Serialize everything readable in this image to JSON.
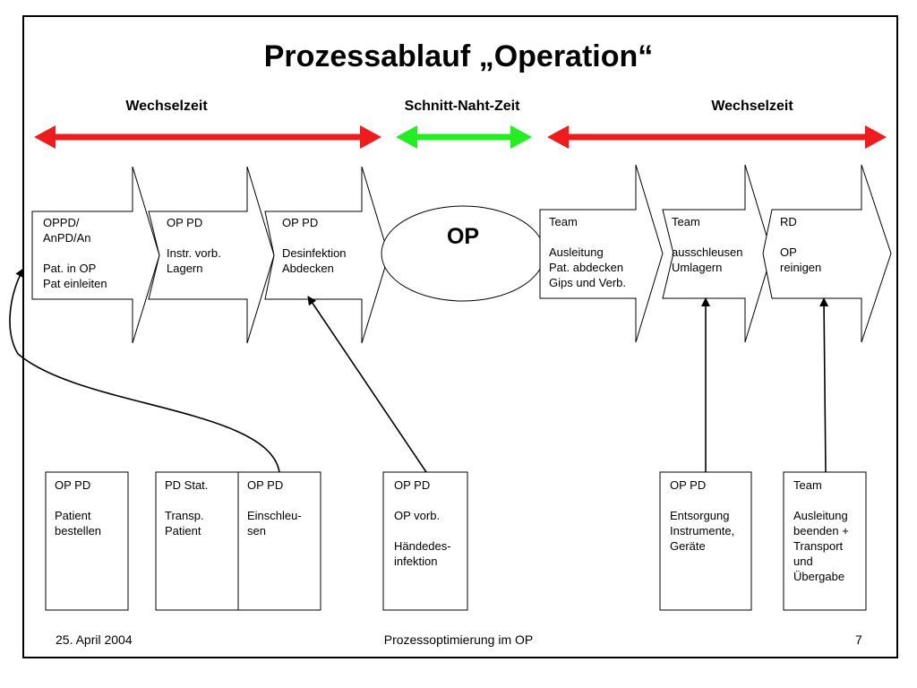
{
  "title": "Prozessablauf „Operation“",
  "phases": {
    "left": "Wechselzeit",
    "middle": "Schnitt-Naht-Zeit",
    "right": "Wechselzeit"
  },
  "colors": {
    "wechselzeit_arrow": "#ee1c1c",
    "schnitt_naht_arrow": "#22ee22"
  },
  "process_steps": [
    {
      "text": "OPPD/\nAnPD/An\n\nPat. in OP\nPat einleiten"
    },
    {
      "text": "OP PD\n\nInstr. vorb.\nLagern"
    },
    {
      "text": "OP PD\n\nDesinfektion\nAbdecken"
    },
    {
      "text": "Team\n\nAusleitung\nPat. abdecken\nGips und Verb."
    },
    {
      "text": "Team\n\nausschleusen\nUmlagern"
    },
    {
      "text": "RD\n\nOP\nreinigen"
    }
  ],
  "op_center": "OP",
  "task_boxes": [
    {
      "text": "OP PD\n\nPatient\nbestellen"
    },
    {
      "text": "PD Stat.\n\nTransp.\nPatient"
    },
    {
      "text": "OP PD\n\nEinschleu-\nsen"
    },
    {
      "text": "OP PD\n\nOP vorb.\n\nHändedes-\ninfektion"
    },
    {
      "text": "OP PD\n\nEntsorgung\nInstrumente,\nGeräte"
    },
    {
      "text": "Team\n\nAusleitung\nbeenden +\nTransport\nund\nÜbergabe"
    }
  ],
  "footer": {
    "date": "25. April 2004",
    "center": "Prozessoptimierung im OP",
    "page": "7"
  }
}
